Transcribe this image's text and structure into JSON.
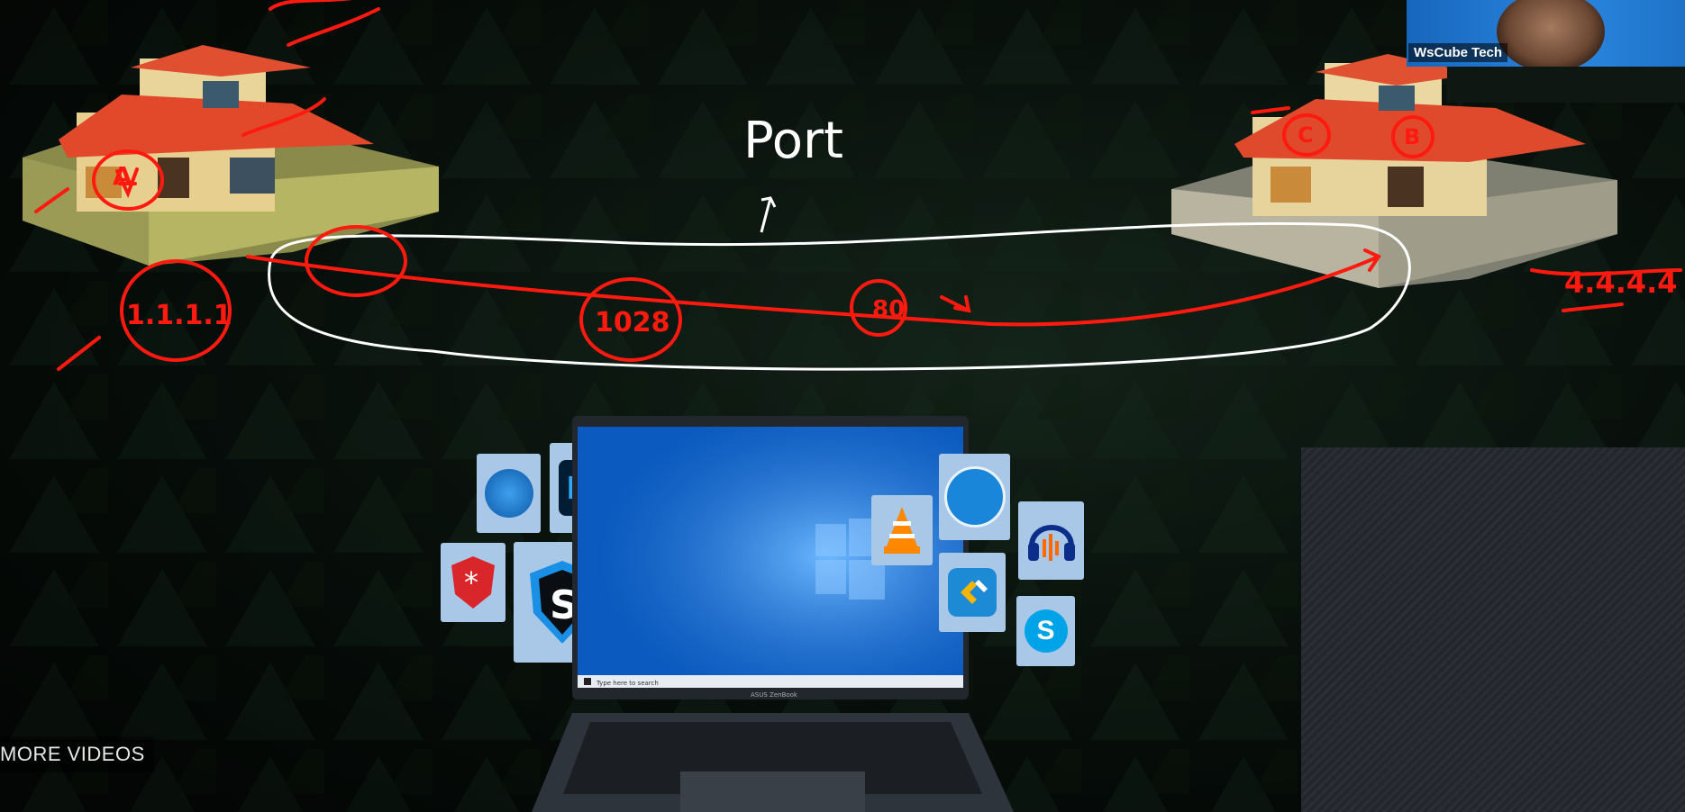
{
  "presenter": {
    "name": "WsCube Tech"
  },
  "overlay": {
    "more_videos": "MORE VIDEOS"
  },
  "whiteboard": {
    "title": "Port",
    "left_house_label": "A",
    "left_ip": "1.1.1.1",
    "right_ip": "4.4.4.4",
    "right_house_labels": [
      "C",
      "B"
    ],
    "source_port": "80",
    "dest_port": "1028",
    "accent_colors": {
      "ink_red": "#ff1a10",
      "ink_white": "#ffffff"
    }
  },
  "laptop": {
    "brand": "ASUS ZenBook",
    "taskbar_search": "Type here to search"
  },
  "app_icons": [
    "photos-icon",
    "photoshop-icon",
    "security-shield-icon",
    "antivirus-shield-icon",
    "vlc-icon",
    "remote-desktop-icon",
    "audacity-icon",
    "cloud-manager-icon",
    "skype-icon"
  ]
}
